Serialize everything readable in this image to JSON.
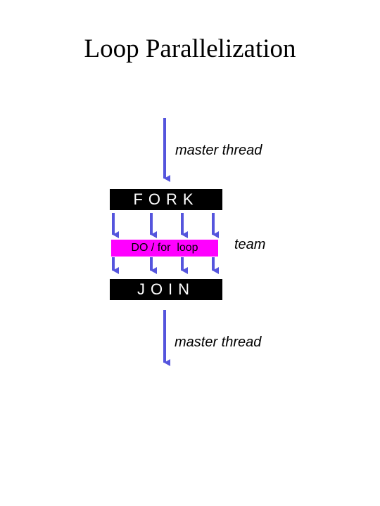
{
  "title": "Loop Parallelization",
  "diagram": {
    "master_thread_top": "master thread",
    "fork": "FORK",
    "loop": "DO / for  loop",
    "team": "team",
    "join": "JOIN",
    "master_thread_bottom": "master thread"
  },
  "colors": {
    "arrow": "#5555dd",
    "loop_fill": "#ff00ff",
    "bar_fill": "#000000"
  }
}
